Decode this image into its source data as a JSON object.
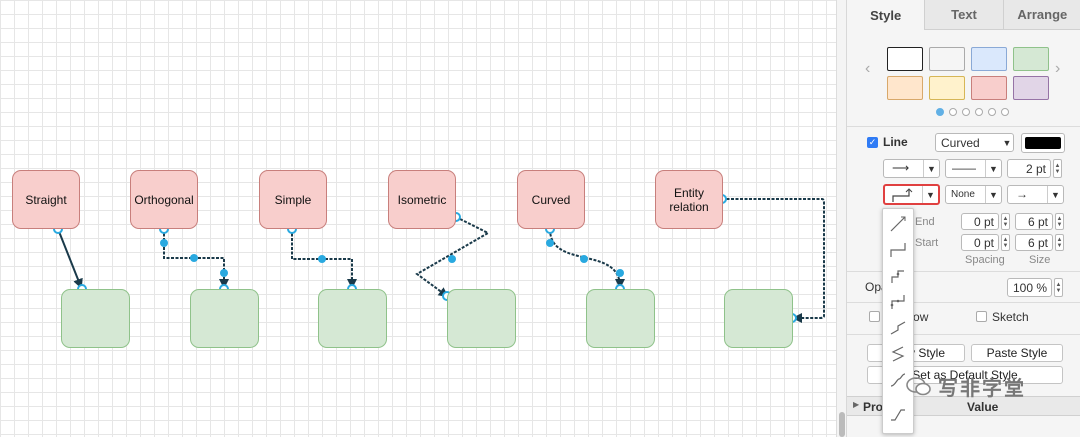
{
  "canvas": {
    "nodes_top": [
      {
        "label": "Straight"
      },
      {
        "label": "Orthogonal"
      },
      {
        "label": "Simple"
      },
      {
        "label": "Isometric"
      },
      {
        "label": "Curved"
      },
      {
        "label": "Entity\nrelation"
      }
    ],
    "colors": {
      "red_fill": "#f8cecc",
      "green_fill": "#d5e8d4",
      "edge": "#1a3a4a",
      "handle": "#29a9e0"
    }
  },
  "panel": {
    "tabs": [
      {
        "label": "Style"
      },
      {
        "label": "Text"
      },
      {
        "label": "Arrange"
      }
    ],
    "swatches": [
      "#ffffff",
      "#f5f5f5",
      "#dae8fc",
      "#d5e8d4",
      "#ffe6cc",
      "#fff2cc",
      "#f8cecc",
      "#e1d5e7"
    ],
    "line": {
      "label": "Line",
      "style_value": "Curved",
      "color": "#000000",
      "width_value": "2 pt",
      "waypoint_none": "None"
    },
    "end_label": "End",
    "start_label": "Start",
    "end_spacing": "0 pt",
    "end_size": "6 pt",
    "start_spacing": "0 pt",
    "start_size": "6 pt",
    "spacing_label": "Spacing",
    "size_label": "Size",
    "opacity_label": "Opacity",
    "opacity_value": "100 %",
    "shadow_label": "Shadow",
    "sketch_label": "Sketch",
    "copy_style": "Copy Style",
    "paste_style": "Paste Style",
    "set_default": "Set as Default Style",
    "property_header": "Property",
    "value_header": "Value",
    "watermark": "写非字堂"
  }
}
